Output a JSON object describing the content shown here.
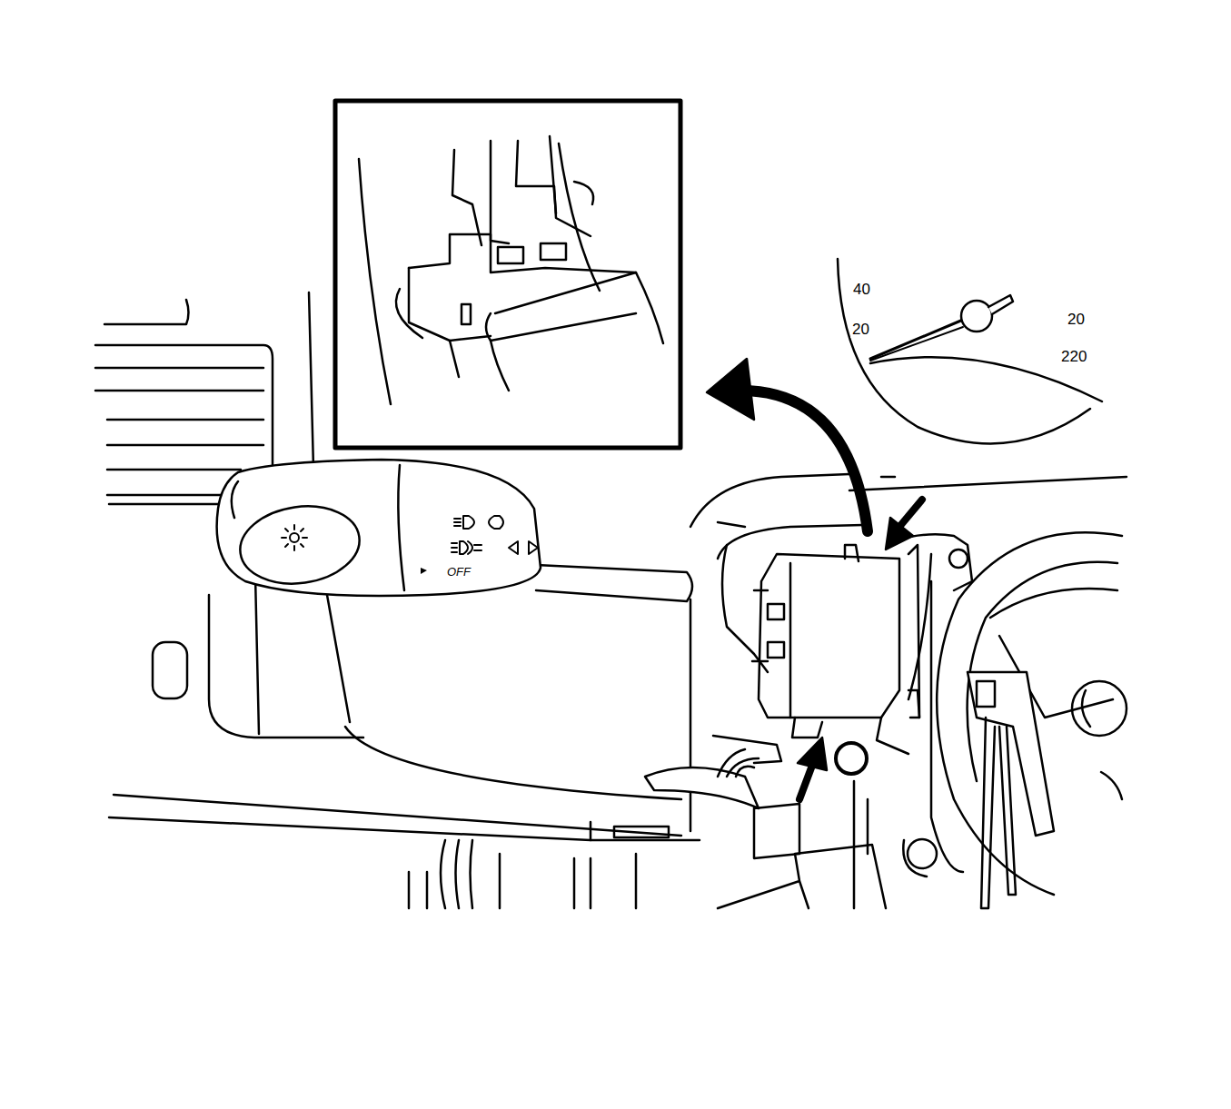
{
  "diagram": {
    "labels": [
      "40",
      "20",
      "20",
      "220",
      "OFF"
    ]
  }
}
